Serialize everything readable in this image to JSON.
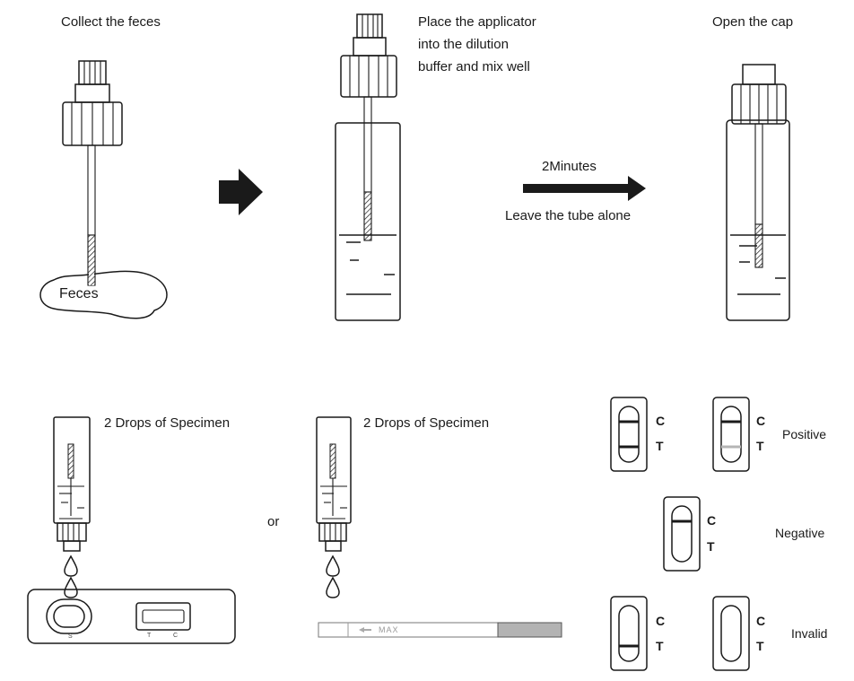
{
  "steps": {
    "collect": "Collect the feces",
    "feces": "Feces",
    "place": [
      "Place the applicator",
      "into the dilution",
      "buffer and mix well"
    ],
    "wait_time": "2Minutes",
    "leave": "Leave the tube alone",
    "open": "Open the cap",
    "drops_1": "2 Drops of Specimen",
    "drops_2": "2 Drops of Specimen",
    "or": "or",
    "max": "MAX",
    "cassette_s": "S",
    "cassette_t": "T",
    "cassette_c": "C"
  },
  "results": {
    "c_label": "C",
    "t_label": "T",
    "positive": "Positive",
    "negative": "Negative",
    "invalid": "Invalid"
  },
  "colors": {
    "ink": "#1a1a1a",
    "faint_line": "#b5b5b5",
    "strip_pad": "#b3b3b3"
  }
}
